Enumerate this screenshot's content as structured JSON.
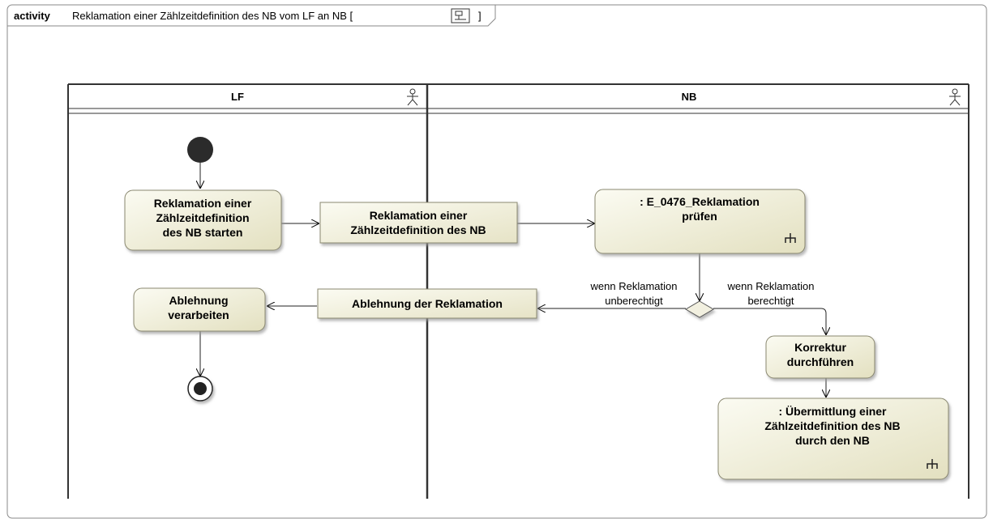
{
  "frame": {
    "keyword": "activity",
    "title": "Reklamation einer Zählzeitdefinition des NB vom LF an NB [",
    "title_end": "]"
  },
  "lanes": [
    {
      "name": "LF"
    },
    {
      "name": "NB"
    }
  ],
  "actions": {
    "start_line1": "Reklamation einer",
    "start_line2": "Zählzeitdefinition",
    "start_line3": "des NB starten",
    "pruefen_line1": ": E_0476_Reklamation",
    "pruefen_line2": "prüfen",
    "ablehnung_line1": "Ablehnung",
    "ablehnung_line2": "verarbeiten",
    "korrektur_line1": "Korrektur",
    "korrektur_line2": "durchführen",
    "uebermittlung_line1": ": Übermittlung einer",
    "uebermittlung_line2": "Zählzeitdefinition des NB",
    "uebermittlung_line3": "durch den NB"
  },
  "objects": {
    "reklamation_line1": "Reklamation einer",
    "reklamation_line2": "Zählzeitdefinition des NB",
    "ablehnung": "Ablehnung der Reklamation"
  },
  "guards": {
    "unberechtigt_line1": "wenn Reklamation",
    "unberechtigt_line2": "unberechtigt",
    "berechtigt_line1": "wenn Reklamation",
    "berechtigt_line2": "berechtigt"
  }
}
